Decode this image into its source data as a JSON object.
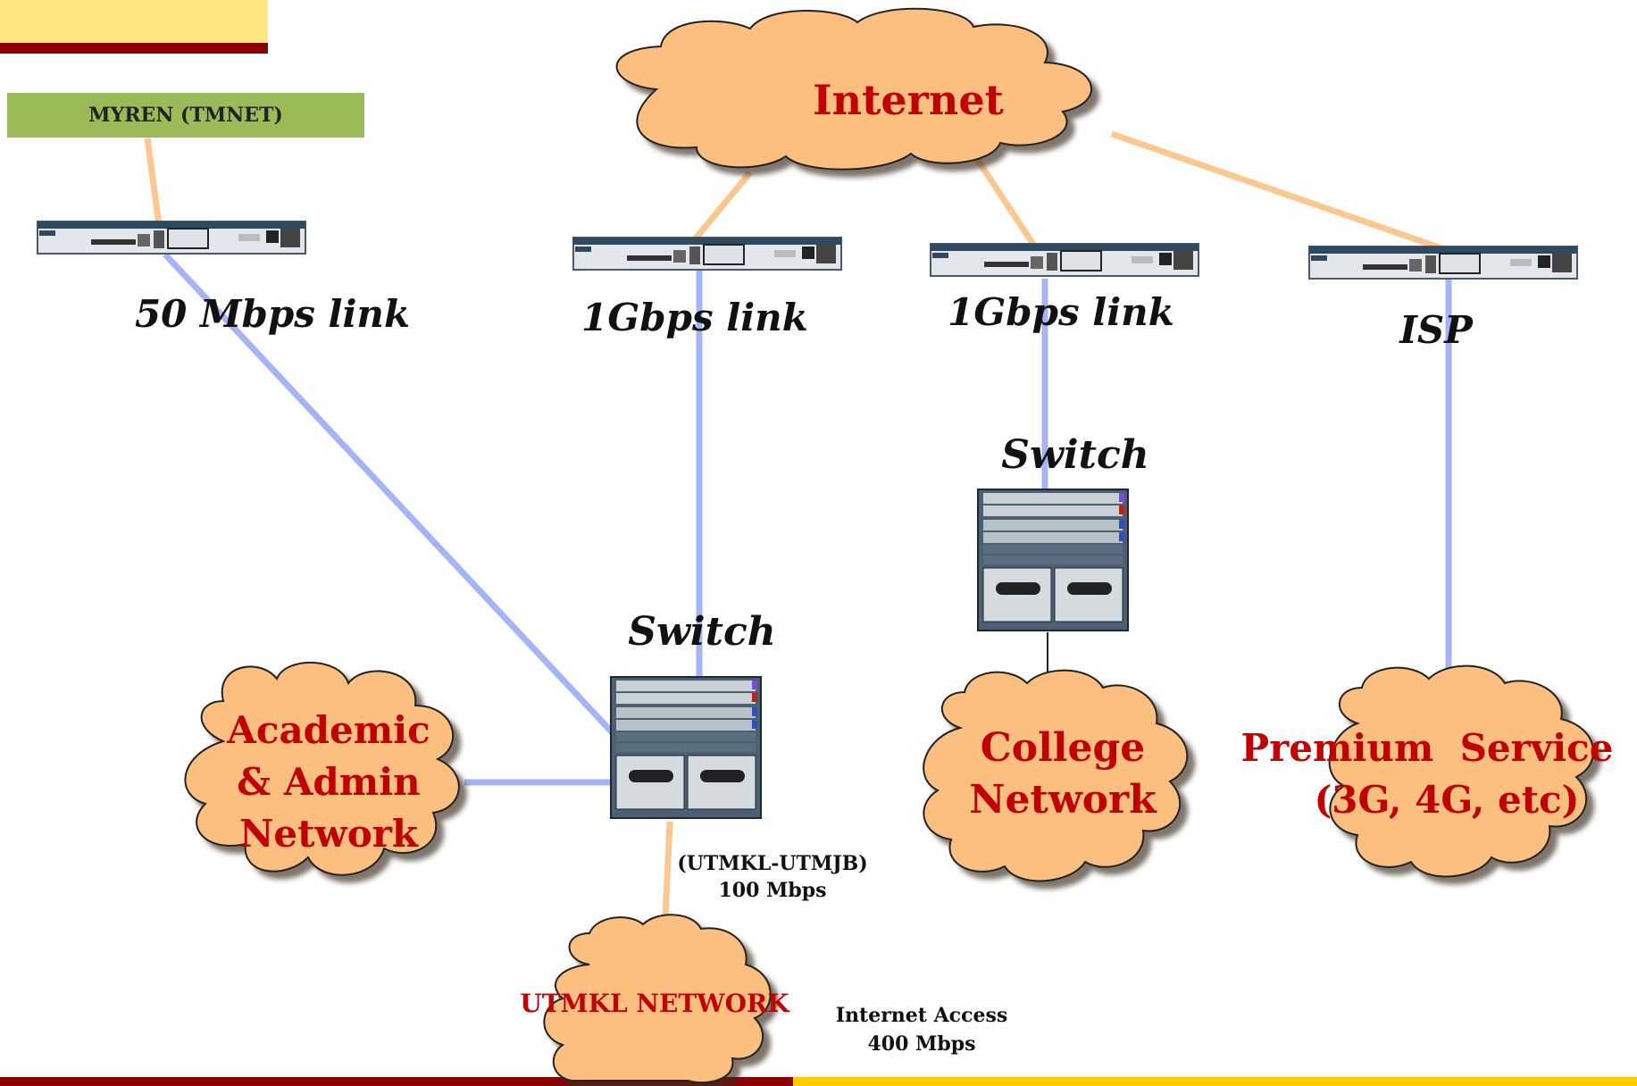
{
  "header": {
    "bar_yellow": "#ffe680",
    "bar_red": "#8b0000"
  },
  "myren": {
    "label": "MYREN (TMNET)",
    "color": "#9bbb59"
  },
  "internet": {
    "label": "Internet"
  },
  "links": {
    "myren_link": "50 Mbps link",
    "link1": "1Gbps link",
    "link2": "1Gbps link",
    "isp": "ISP"
  },
  "switches": {
    "main": "Switch",
    "college": "Switch"
  },
  "clouds": {
    "academic": [
      "Academic",
      "& Admin",
      "Network"
    ],
    "college": [
      "College",
      "Network"
    ],
    "premium": [
      "Premium  Service",
      "(3G, 4G, etc)"
    ],
    "utmkl": "UTMKL NETWORK"
  },
  "notes": {
    "utmkl_link_1": "(UTMKL-UTMJB)",
    "utmkl_link_2": "100 Mbps",
    "internet_access_1": "Internet Access",
    "internet_access_2": "400 Mbps"
  },
  "colors": {
    "cloud_fill": "#fdbf80",
    "label_red": "#c00000",
    "link_orange": "#fcc791",
    "link_blue": "#a4b4f4",
    "footer_red": "#8b0000",
    "footer_yellow": "#ffcc00"
  }
}
